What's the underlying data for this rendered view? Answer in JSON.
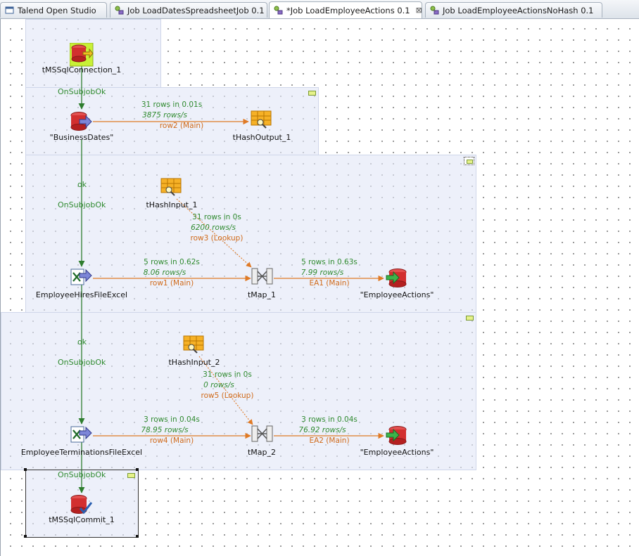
{
  "tabs": [
    {
      "label": "Talend Open Studio",
      "active": false
    },
    {
      "label": "Job LoadDatesSpreadsheetJob 0.1",
      "active": false
    },
    {
      "label": "*Job LoadEmployeeActions 0.1",
      "active": true
    },
    {
      "label": "Job LoadEmployeeActionsNoHash 0.1",
      "active": false
    }
  ],
  "components": {
    "mssql_connection": "tMSSqlConnection_1",
    "business_dates": "\"BusinessDates\"",
    "hash_output": "tHashOutput_1",
    "hash_input_1": "tHashInput_1",
    "hires_excel": "EmployeeHiresFileExcel",
    "tmap_1": "tMap_1",
    "employee_actions_1": "\"EmployeeActions\"",
    "hash_input_2": "tHashInput_2",
    "terminations_excel": "EmployeeTerminationsFileExcel",
    "tmap_2": "tMap_2",
    "employee_actions_2": "\"EmployeeActions\"",
    "mssql_commit": "tMSSqlCommit_1"
  },
  "triggers": {
    "on_subjob_ok": "OnSubjobOk",
    "ok": "ok"
  },
  "links": {
    "row2": {
      "stats": "31 rows in 0.01s",
      "rate": "3875 rows/s",
      "name": "row2 (Main)"
    },
    "row3": {
      "stats": "31 rows in 0s",
      "rate": "6200 rows/s",
      "name": "row3 (Lookup)"
    },
    "row1": {
      "stats": "5 rows in 0.62s",
      "rate": "8.06 rows/s",
      "name": "row1 (Main)"
    },
    "ea1": {
      "stats": "5 rows in 0.63s",
      "rate": "7.99 rows/s",
      "name": "EA1 (Main)"
    },
    "row5": {
      "stats": "31 rows in 0s",
      "rate": "0 rows/s",
      "name": "row5 (Lookup)"
    },
    "row4": {
      "stats": "3 rows in 0.04s",
      "rate": "78.95 rows/s",
      "name": "row4 (Main)"
    },
    "ea2": {
      "stats": "3 rows in 0.04s",
      "rate": "76.92 rows/s",
      "name": "EA2 (Main)"
    }
  },
  "colors": {
    "main_flow": "#e07a25",
    "trigger_flow": "#2e8b2e",
    "subjob_bg": "#e2e6f7"
  }
}
